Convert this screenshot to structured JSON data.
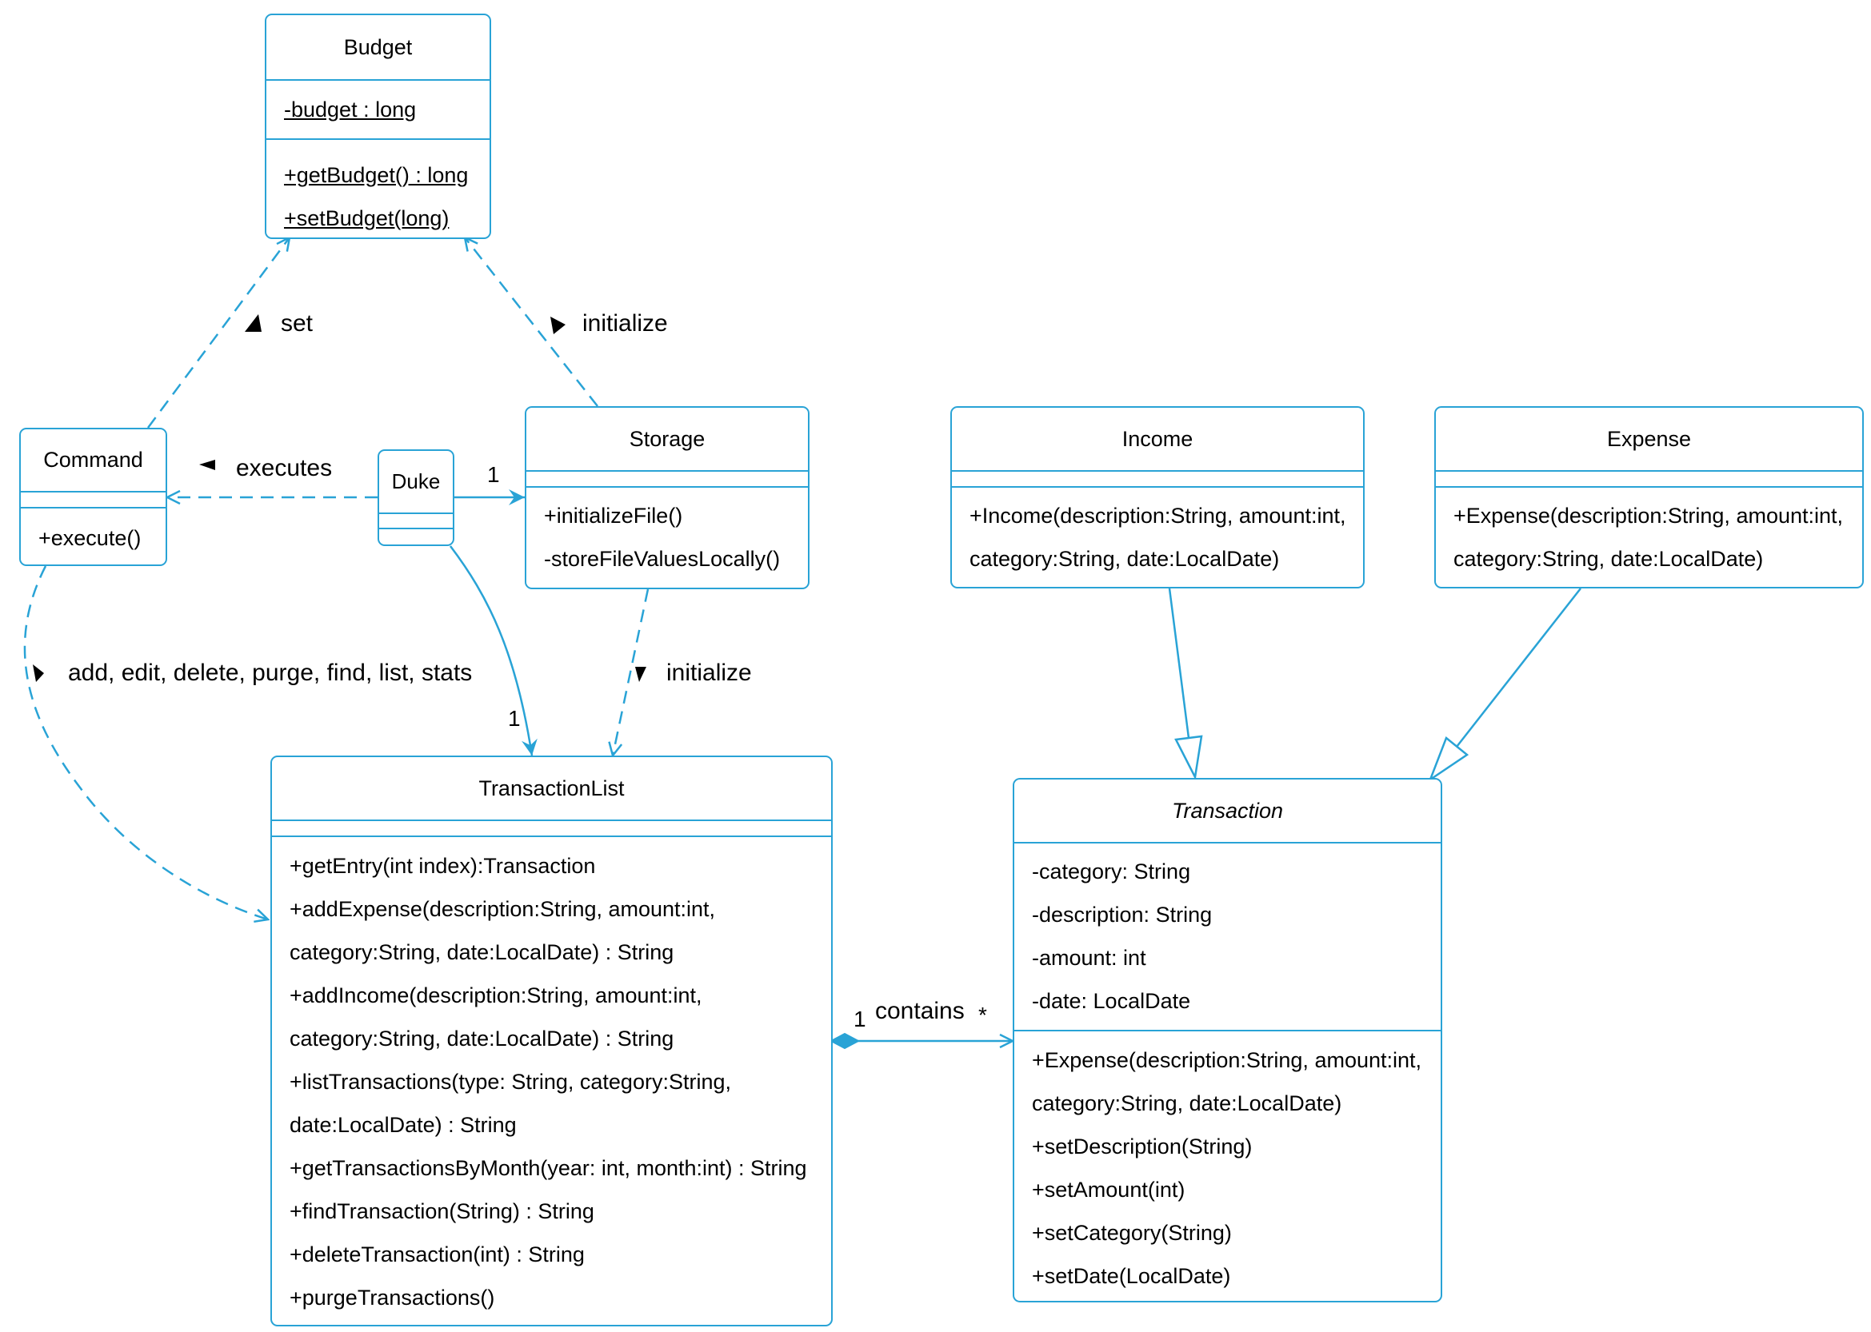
{
  "classes": {
    "budget": {
      "name": "Budget",
      "attributes": [
        "-budget : long"
      ],
      "methods": [
        "+getBudget() : long",
        "+setBudget(long)"
      ]
    },
    "command": {
      "name": "Command",
      "methods": [
        "+execute()"
      ]
    },
    "duke": {
      "name": "Duke"
    },
    "storage": {
      "name": "Storage",
      "methods": [
        "+initializeFile()",
        "-storeFileValuesLocally()"
      ]
    },
    "income": {
      "name": "Income",
      "methods": [
        "+Income(description:String, amount:int,",
        "category:String, date:LocalDate)"
      ]
    },
    "expense": {
      "name": "Expense",
      "methods": [
        "+Expense(description:String, amount:int,",
        "category:String, date:LocalDate)"
      ]
    },
    "transaction_list": {
      "name": "TransactionList",
      "methods": [
        "+getEntry(int index):Transaction",
        "+addExpense(description:String, amount:int,",
        "category:String, date:LocalDate) : String",
        "+addIncome(description:String, amount:int,",
        "category:String, date:LocalDate) : String",
        "+listTransactions(type: String, category:String,",
        "date:LocalDate) : String",
        "+getTransactionsByMonth(year: int, month:int) : String",
        "+findTransaction(String) : String",
        "+deleteTransaction(int) : String",
        "+purgeTransactions()"
      ]
    },
    "transaction": {
      "name": "Transaction",
      "attributes": [
        "-category: String",
        "-description: String",
        "-amount: int",
        "-date: LocalDate"
      ],
      "methods": [
        "+Expense(description:String, amount:int,",
        "category:String, date:LocalDate)",
        "+setDescription(String)",
        "+setAmount(int)",
        "+setCategory(String)",
        "+setDate(LocalDate)"
      ]
    }
  },
  "relations": {
    "set": "set",
    "init_budget": "initialize",
    "executes": "executes",
    "commands": "add, edit, delete, purge, find, list, stats",
    "init_list": "initialize",
    "contains": "contains"
  },
  "multiplicities": {
    "duke_storage": "1",
    "duke_list": "1",
    "contains_source": "1",
    "contains_target": "*"
  },
  "colors": {
    "stroke": "#29A3D6",
    "text": "#000000",
    "background": "#FFFFFF"
  }
}
